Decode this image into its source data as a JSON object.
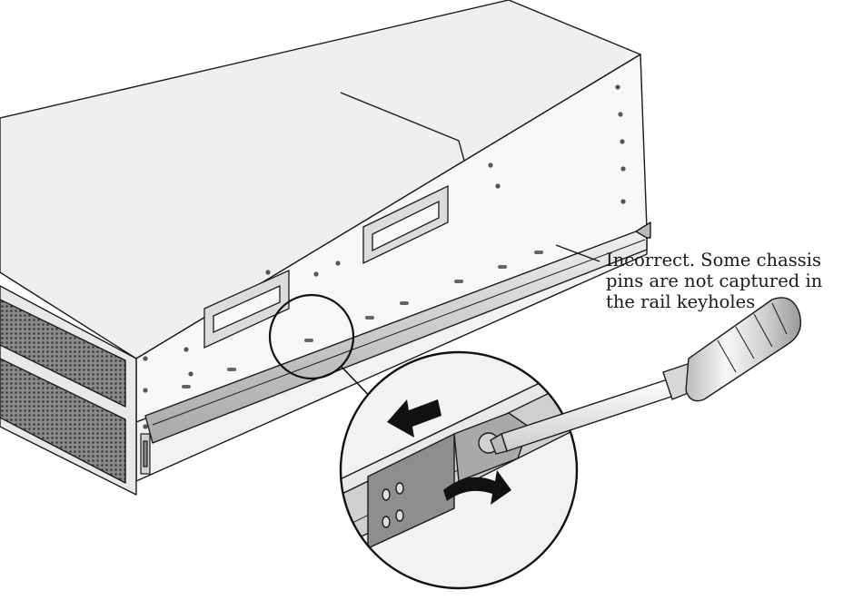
{
  "callout": {
    "lines": [
      "Incorrect. Some chassis",
      "pins are not captured in",
      "the rail keyholes"
    ]
  },
  "icons": {
    "server": "server-chassis-icon",
    "rail": "slide-rail-icon",
    "magnifier": "detail-magnifier-icon",
    "screwdriver": "screwdriver-icon",
    "push_arrow": "push-left-arrow-icon",
    "rotate_arrow": "rotate-arrow-icon"
  },
  "colors": {
    "outline": "#1a1a1a",
    "chassis": "#f4f4f4",
    "top": "#eeeeee",
    "rail": "#d6d6d6",
    "arrow": "#111111"
  }
}
